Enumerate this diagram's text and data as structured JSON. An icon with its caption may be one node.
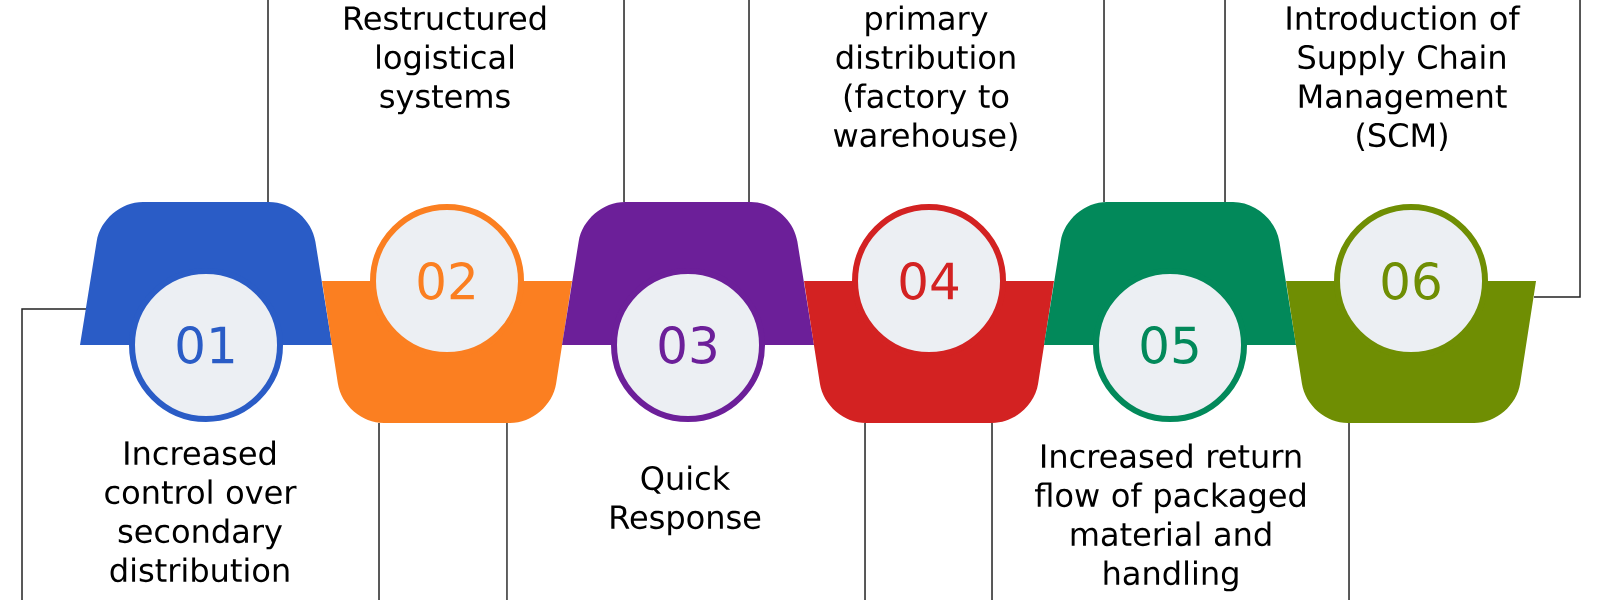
{
  "diagram": {
    "nodes": [
      {
        "text": [
          "01"
        ],
        "beside": [
          "Increased control over secondary distribution"
        ]
      },
      {
        "text": [
          "02"
        ],
        "beside": [
          "Restructured logistical systems"
        ]
      },
      {
        "text": [
          "03"
        ],
        "beside": [
          "Quick Response"
        ]
      },
      {
        "text": [
          "04"
        ],
        "beside": [
          "primary distribution (factory to warehouse)"
        ]
      },
      {
        "text": [
          "05"
        ],
        "beside": [
          "Increased return flow of packaged material and handling"
        ]
      },
      {
        "text": [
          "06"
        ],
        "beside": [
          "Introduction of Supply Chain Management (SCM)"
        ]
      }
    ]
  }
}
